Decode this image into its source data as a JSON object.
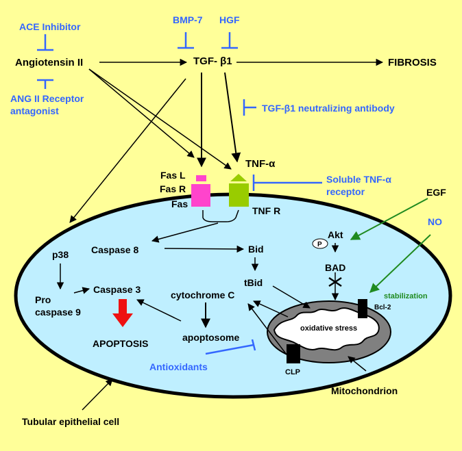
{
  "colors": {
    "background": "#FFFF99",
    "cell_fill": "#BFEFFF",
    "inhibitor_blue": "#3366FF",
    "egf_green": "#1F8A1F",
    "fas_pink": "#FF44CC",
    "tnfr_green": "#99CC00",
    "apoptosis_red": "#EE1111",
    "mitochondrion_gray": "#808080"
  },
  "labels": {
    "ace_inhibitor": "ACE Inhibitor",
    "angiotensin_ii": "Angiotensin II",
    "ang2_receptor_antagonist_line1": "ANG II Receptor",
    "ang2_receptor_antagonist_line2": "antagonist",
    "bmp7": "BMP-7",
    "hgf": "HGF",
    "tgf_beta1": "TGF- β1",
    "fibrosis": "FIBROSIS",
    "tgf_neutralizing_antibody": "TGF-β1 neutralizing antibody",
    "fas_l": "Fas L",
    "fas_r": "Fas R",
    "fas": "Fas",
    "tnf_alpha": "TNF-α",
    "tnf_r": "TNF R",
    "soluble_tnf_receptor_line1": "Soluble TNF-α",
    "soluble_tnf_receptor_line2": "receptor",
    "egf": "EGF",
    "no": "NO",
    "akt": "Akt",
    "p": "P",
    "bad": "BAD",
    "stabilization": "stabilization",
    "bcl2": "Bcl-2",
    "caspase8": "Caspase 8",
    "bid": "Bid",
    "tbid": "tBid",
    "p38": "p38",
    "pro_caspase9_line1": "Pro",
    "pro_caspase9_line2": "caspase 9",
    "caspase3": "Caspase 3",
    "cytochrome_c": "cytochrome C",
    "apoptosis": "APOPTOSIS",
    "apoptosome": "apoptosome",
    "oxidative_stress": "oxidative stress",
    "antioxidants": "Antioxidants",
    "clp": "CLP",
    "mitochondrion": "Mitochondrion",
    "tubular_epithelial_cell": "Tubular epithelial cell"
  }
}
